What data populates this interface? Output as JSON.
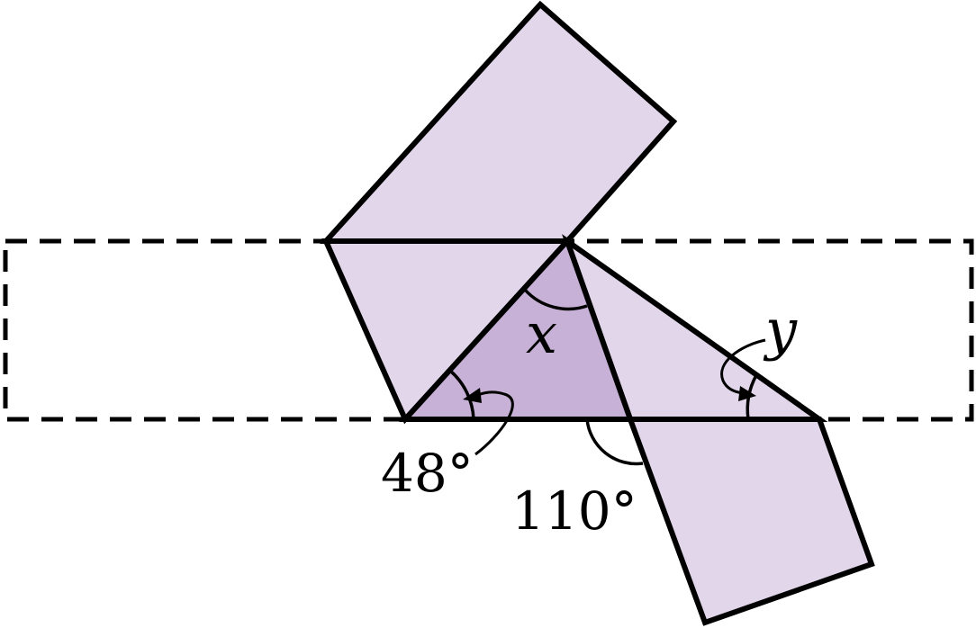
{
  "labels": {
    "angle_x": "x",
    "angle_y": "y",
    "angle_48": "48°",
    "angle_110": "110°"
  },
  "colors": {
    "light_fill": "#e2d6eb",
    "dark_fill": "#c8b1d6",
    "stroke": "#000000",
    "background": "#ffffff"
  }
}
